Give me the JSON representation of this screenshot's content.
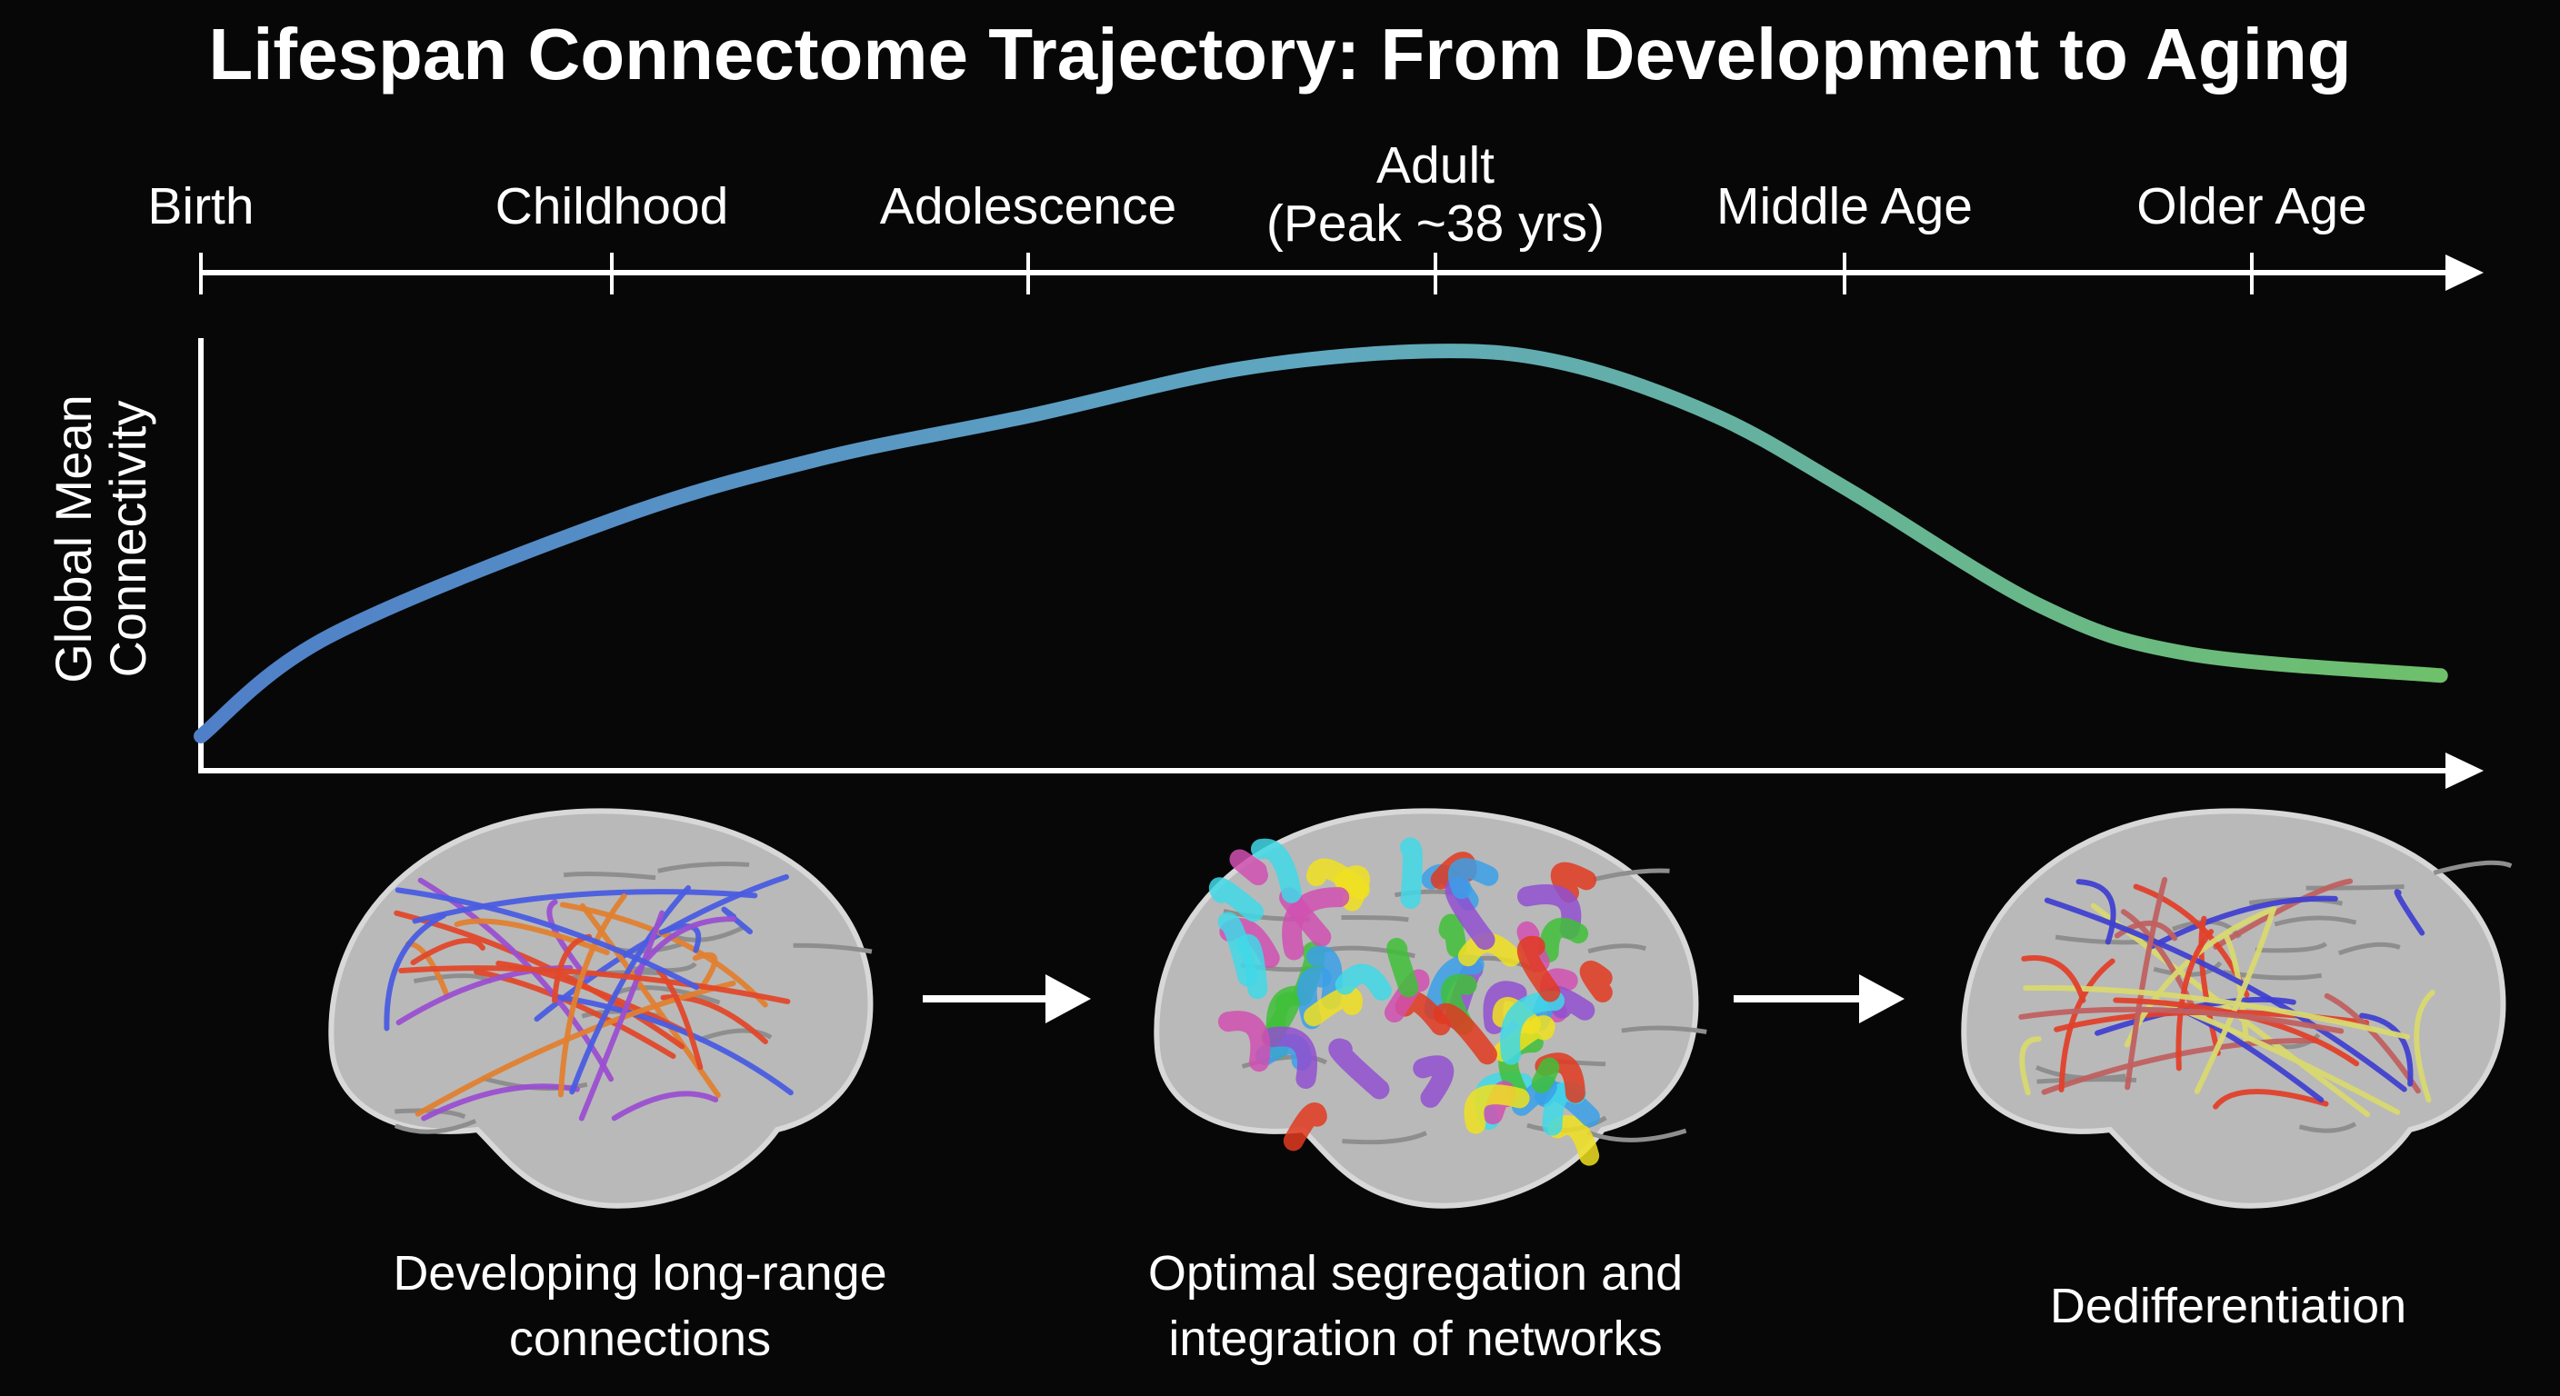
{
  "title": "Lifespan Connectome Trajectory: From Development to Aging",
  "timeline": {
    "stages": [
      {
        "line1": "Birth"
      },
      {
        "line1": "Childhood"
      },
      {
        "line1": "Adolescence"
      },
      {
        "line1": "Adult",
        "line2": "(Peak ~38 yrs)"
      },
      {
        "line1": "Middle Age"
      },
      {
        "line1": "Older Age"
      }
    ]
  },
  "chart_data": {
    "type": "line",
    "title": "",
    "ylabel_line1": "Global Mean",
    "ylabel_line2": "Connectivity",
    "xlabel": "",
    "x_tick_labels": [
      "Birth",
      "Childhood",
      "Adolescence",
      "Adult (Peak ~38 yrs)",
      "Middle Age",
      "Older Age"
    ],
    "xlim": [
      0,
      5.54
    ],
    "ylim": [
      0,
      1
    ],
    "grid": false,
    "series": [
      {
        "name": "Global Mean Connectivity",
        "x": [
          0,
          0.31,
          1.0,
          1.5,
          2.01,
          2.53,
          3.0,
          3.32,
          3.68,
          4.0,
          4.47,
          4.83,
          5.44
        ],
        "y": [
          0.08,
          0.31,
          0.58,
          0.72,
          0.82,
          0.93,
          0.97,
          0.94,
          0.82,
          0.65,
          0.38,
          0.27,
          0.22
        ],
        "color_start": "#4f7fc8",
        "color_mid": "#5fa8c0",
        "color_end": "#6ec06a"
      }
    ]
  },
  "panels": [
    {
      "caption_line1": "Developing long-range",
      "caption_line2": "connections",
      "line_colors": [
        "#e0482a",
        "#4a5ce0",
        "#9a4fd0",
        "#e08030"
      ]
    },
    {
      "caption_line1": "Optimal segregation and",
      "caption_line2": "integration of networks",
      "line_colors": [
        "#3fc03a",
        "#d050b0",
        "#3aa0e8",
        "#40d8e8",
        "#f0e020",
        "#e03a20",
        "#9050d0"
      ]
    },
    {
      "caption_line1": "",
      "caption_line2": "Dedifferentiation",
      "line_colors": [
        "#e0402a",
        "#d8d870",
        "#c06060",
        "#4040d0"
      ]
    }
  ]
}
